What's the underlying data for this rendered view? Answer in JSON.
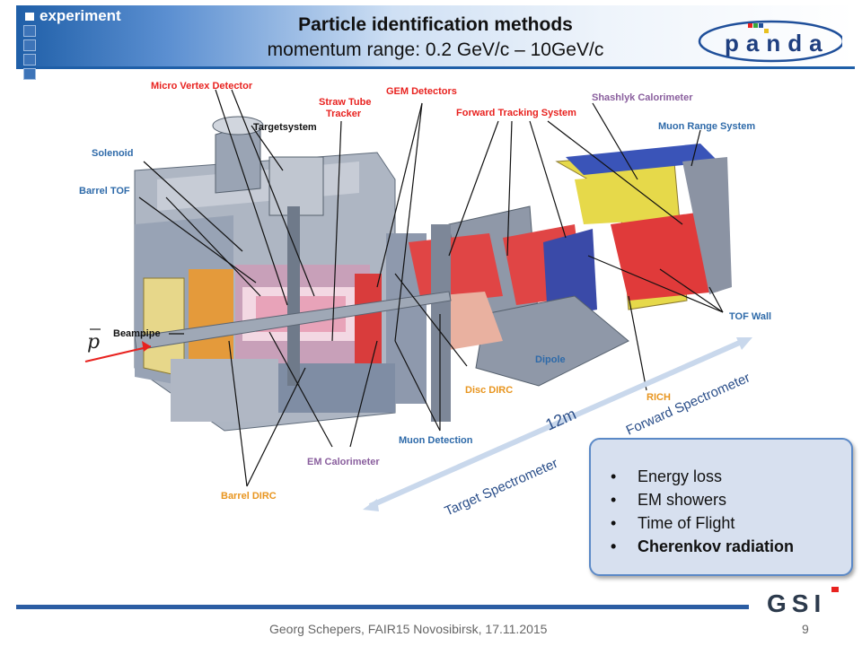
{
  "header": {
    "section": "experiment",
    "title": "Particle identification methods",
    "subtitle": "momentum range: 0.2 GeV/c – 10GeV/c",
    "logo_text": "panda"
  },
  "diagram": {
    "labels_red": {
      "mvd": "Micro Vertex Detector",
      "straw": "Straw Tube",
      "straw2": "Tracker",
      "gem": "GEM Detectors",
      "fts": "Forward Tracking System"
    },
    "labels_blue": {
      "solenoid": "Solenoid",
      "barrel_tof": "Barrel TOF",
      "target": "Targetsystem",
      "beampipe": "Beampipe",
      "shashlyk": "Shashlyk Calorimeter",
      "muon_range": "Muon Range System",
      "tof_wall": "TOF Wall",
      "dipole": "Dipole",
      "muon_det": "Muon Detection",
      "em_cal": "EM Calorimeter"
    },
    "labels_orange": {
      "disc_dirc": "Disc DIRC",
      "rich": "RICH",
      "barrel_dirc": "Barrel DIRC"
    },
    "beam_symbol": "p",
    "length_label": "12m",
    "target_spectrometer": "Target Spectrometer",
    "forward_spectrometer": "Forward Spectrometer"
  },
  "callout": {
    "items": [
      "Energy loss",
      "EM showers",
      "Time of Flight",
      "Cherenkov radiation"
    ]
  },
  "footer": {
    "text": "Georg Schepers, FAIR15 Novosibirsk, 17.11.2015",
    "page": "9",
    "logo_text": "GSI"
  },
  "colors": {
    "accent": "#2b5da3",
    "label_red": "#e8221f",
    "label_blue": "#2e6aa9",
    "label_orange": "#e8951f"
  }
}
